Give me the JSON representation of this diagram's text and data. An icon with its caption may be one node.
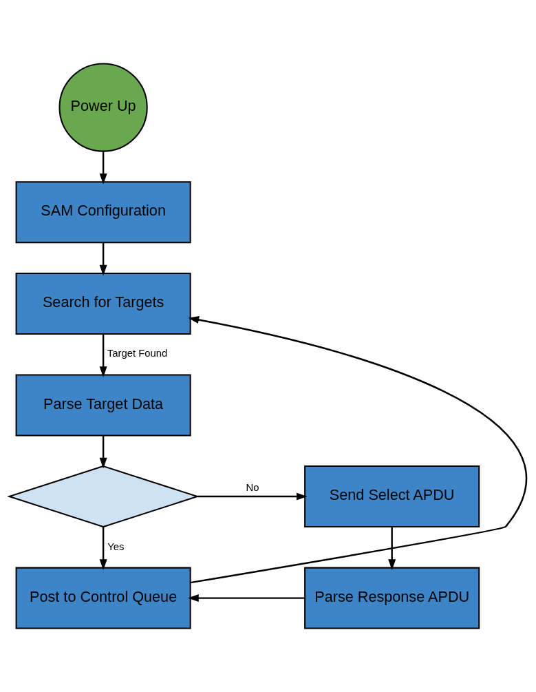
{
  "diagram": {
    "nodes": [
      {
        "text": [
          "Power Up"
        ]
      },
      {
        "text": [
          "SAM Configuration"
        ]
      },
      {
        "text": [
          "Search for Targets"
        ]
      },
      {
        "text": [
          "Parse Target Data"
        ]
      },
      {
        "text": [],
        "shape": "diamond"
      },
      {
        "text": [
          "Send Select APDU"
        ]
      },
      {
        "text": [
          "Post to Control Queue"
        ]
      },
      {
        "text": [
          "Parse Response APDU"
        ]
      }
    ],
    "edges": [
      {
        "from": 0,
        "to": 1,
        "arrow": "to"
      },
      {
        "from": 1,
        "to": 2,
        "arrow": "to"
      },
      {
        "from": 2,
        "to": 3,
        "arrow": "to",
        "label": "Target Found"
      },
      {
        "from": 3,
        "to": 4,
        "arrow": "to"
      },
      {
        "from": 4,
        "to": 5,
        "arrow": "to",
        "label": "No"
      },
      {
        "from": 4,
        "to": 6,
        "arrow": "to",
        "label": "Yes"
      },
      {
        "from": 5,
        "to": 7,
        "arrow": "to"
      },
      {
        "from": 7,
        "to": 6,
        "arrow": "to"
      },
      {
        "from": 6,
        "to": 2,
        "arrow": "to"
      }
    ]
  }
}
